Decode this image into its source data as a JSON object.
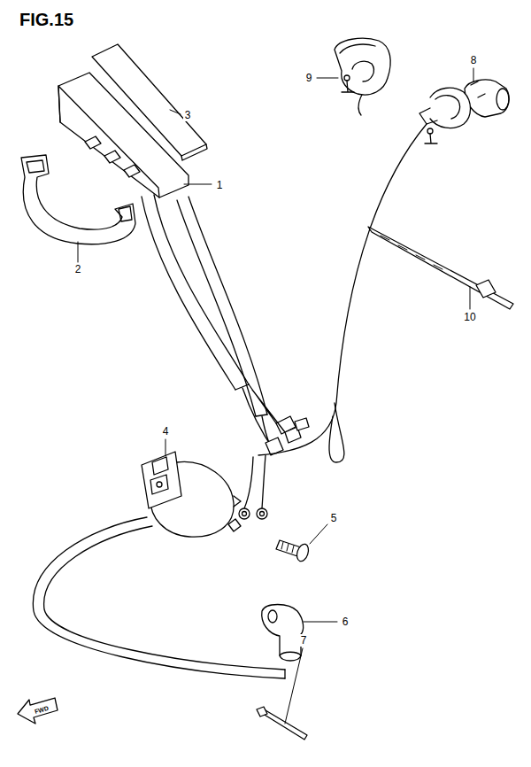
{
  "diagram": {
    "title": "FIG.15",
    "labels": [
      "1",
      "2",
      "3",
      "4",
      "5",
      "6",
      "7",
      "8",
      "9",
      "10",
      "FWD"
    ]
  }
}
